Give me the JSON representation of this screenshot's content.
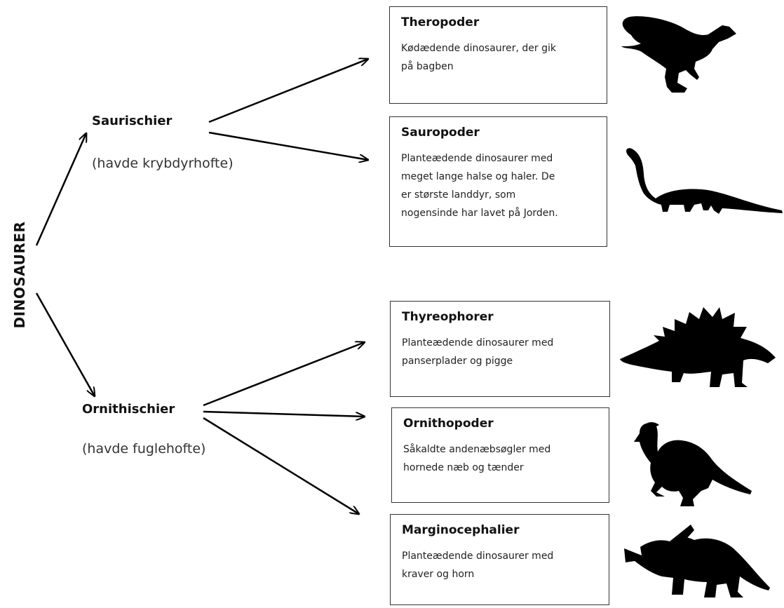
{
  "root": {
    "label": "DINOSAURER"
  },
  "groups": [
    {
      "name": "Saurischier",
      "subtitle": "(havde krybdyrhofte)"
    },
    {
      "name": "Ornithischier",
      "subtitle": "(havde fuglehofte)"
    }
  ],
  "boxes": [
    {
      "title": "Theropoder",
      "desc": [
        "Kødædende dinosaurer, der gik",
        "på bagben"
      ],
      "icon": "theropod-silhouette-icon"
    },
    {
      "title": "Sauropoder",
      "desc": [
        "Planteædende dinosaurer med",
        "meget lange halse og haler. De",
        "er største landdyr, som",
        "nogensinde har lavet på Jorden."
      ],
      "icon": "sauropod-silhouette-icon"
    },
    {
      "title": "Thyreophorer",
      "desc": [
        "Planteædende dinosaurer med",
        "panserplader og pigge"
      ],
      "icon": "stegosaurus-silhouette-icon"
    },
    {
      "title": "Ornithopoder",
      "desc": [
        "Såkaldte andenæbsøgler med",
        "hornede næb og tænder"
      ],
      "icon": "ornithopod-silhouette-icon"
    },
    {
      "title": "Marginocephalier",
      "desc": [
        "Planteædende dinosaurer med",
        "kraver og horn"
      ],
      "icon": "triceratops-silhouette-icon"
    }
  ],
  "colors": {
    "line": "#000000",
    "silhouette": "#000000",
    "border": "#333333"
  }
}
